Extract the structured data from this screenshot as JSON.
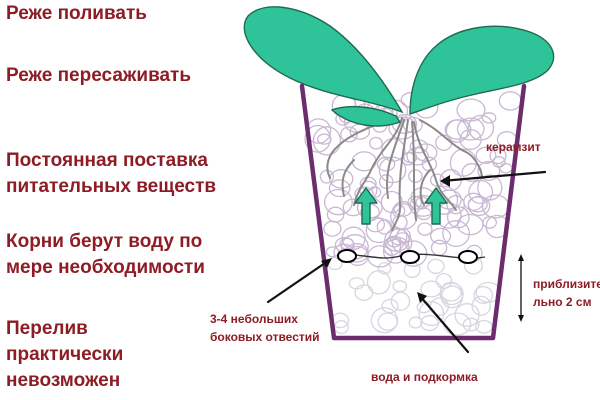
{
  "benefits": [
    "Реже поливать",
    "Реже пересаживать",
    "Постоянная поставка\nпитательных веществ",
    "Корни  берут воду по\nмере необходимости",
    "Перелив\nпрактически\nневозможен"
  ],
  "labels": {
    "clay": "керамзит",
    "water_level": "приблизите\nльно 2 см",
    "side_holes": "3-4 небольших\nбоковых отвестий",
    "water_feed": "вода и подкормка"
  },
  "colors": {
    "text": "#8e1c24",
    "pot": "#6b2d6e",
    "leaf": "#2fc39a",
    "leaf_outline": "#1f6b52",
    "roots": "#8a8a8a",
    "clay": "#c9b8d4"
  },
  "icons": [
    "up-arrow-icon",
    "drainage-hole-icon"
  ]
}
